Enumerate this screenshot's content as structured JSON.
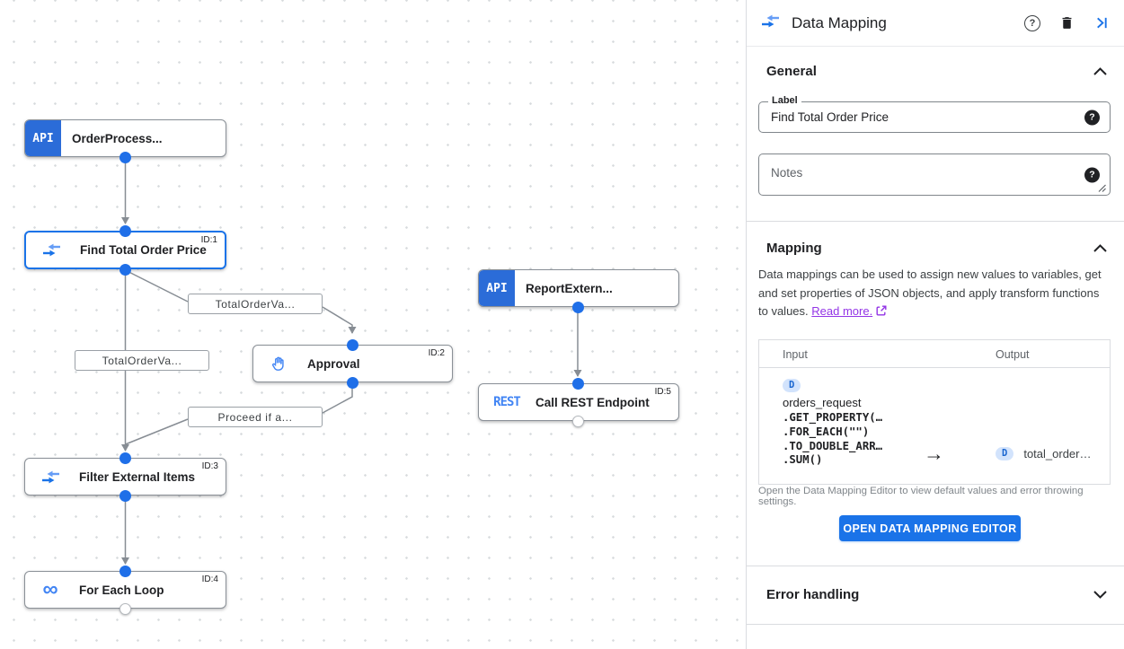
{
  "colors": {
    "accent_blue": "#1a73e8",
    "api_chip_blue": "#2b6cd8",
    "rest_blue": "#4285f4",
    "link_purple": "#9334e6",
    "edge_gray": "#878d94",
    "badge_bg": "#d2e3fc"
  },
  "canvas": {
    "nodes": {
      "order_process": {
        "badge": "API",
        "label": "OrderProcess..."
      },
      "find_total": {
        "label": "Find Total Order Price",
        "id_tag": "ID:1"
      },
      "report_extern": {
        "badge": "API",
        "label": "ReportExtern..."
      },
      "approval": {
        "label": "Approval",
        "id_tag": "ID:2"
      },
      "call_rest": {
        "badge": "REST",
        "label": "Call REST Endpoint",
        "id_tag": "ID:5"
      },
      "filter_items": {
        "label": "Filter External Items",
        "id_tag": "ID:3"
      },
      "for_each": {
        "label": "For Each Loop",
        "id_tag": "ID:4"
      }
    },
    "edge_labels": {
      "total_order_1": "TotalOrderVa...",
      "total_order_2": "TotalOrderVa...",
      "proceed": "Proceed if a..."
    }
  },
  "panel": {
    "title": "Data Mapping",
    "general": {
      "heading": "General",
      "label_label": "Label",
      "label_value": "Find Total Order Price",
      "notes_placeholder": "Notes"
    },
    "mapping": {
      "heading": "Mapping",
      "description": "Data mappings can be used to assign new values to variables, get and set properties of JSON objects, and apply transform functions to values.",
      "read_more": "Read more.",
      "table": {
        "input_header": "Input",
        "output_header": "Output",
        "input_badge": "D",
        "input_var": "orders_request",
        "input_lines": [
          ".GET_PROPERTY(…",
          ".FOR_EACH(\"\")",
          ".TO_DOUBLE_ARR…",
          ".SUM()"
        ],
        "output_badge": "D",
        "output_var": "total_order…"
      },
      "hint": "Open the Data Mapping Editor to view default values and error throwing settings.",
      "button": "OPEN DATA MAPPING EDITOR"
    },
    "error": {
      "heading": "Error handling"
    }
  },
  "icons": {
    "help_glyph": "?",
    "arrow_right_glyph": "→",
    "loop_glyph": "∞"
  }
}
